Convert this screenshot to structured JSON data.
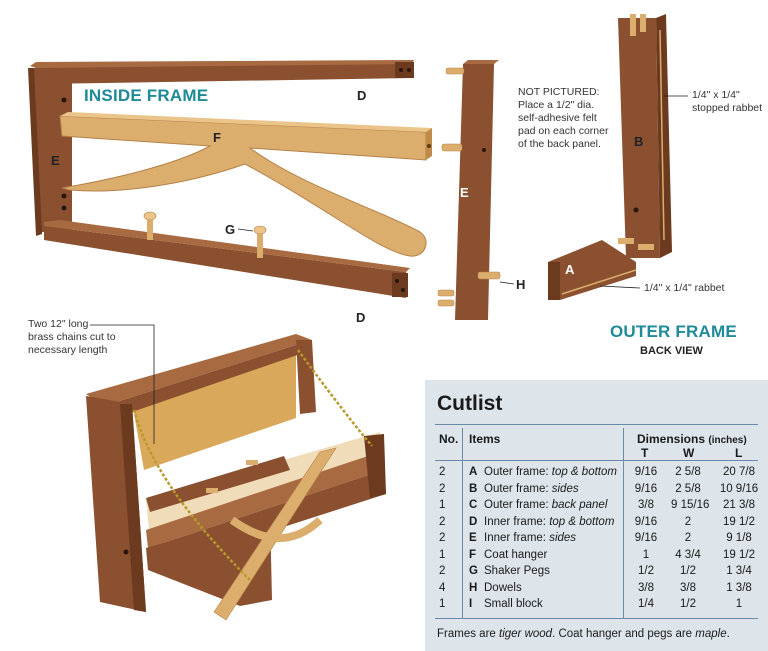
{
  "labels": {
    "inside_frame": "INSIDE FRAME",
    "outer_frame": "OUTER FRAME",
    "back_view": "BACK VIEW",
    "not_pictured": [
      "NOT PICTURED:",
      "Place a 1/2\" dia.",
      "self-adhesive felt",
      "pad on each corner",
      "of the back panel."
    ],
    "stopped_rabbet": [
      "1/4\" x 1/4\"",
      "stopped rabbet"
    ],
    "rabbet": "1/4\" x 1/4\" rabbet",
    "chains": [
      "Two 12\" long",
      "brass chains cut to",
      "necessary length"
    ],
    "parts": {
      "D_top": "D",
      "D_bottom": "D",
      "E_frame": "E",
      "E_side": "E",
      "F": "F",
      "G": "G",
      "H": "H",
      "B": "B",
      "A": "A"
    }
  },
  "colors": {
    "title": "#1f8a98",
    "frame_wood": "#8a5030",
    "frame_wood_dark": "#6b3a1f",
    "maple": "#dcae6e",
    "maple_dark": "#c08a48",
    "panel": "#d9a85a",
    "cutlist_bg": "#dde4ea"
  },
  "cutlist": {
    "title": "Cutlist",
    "headers": {
      "no": "No.",
      "items": "Items",
      "dimensions": "Dimensions",
      "dimensions_unit": "(inches)",
      "t": "T",
      "w": "W",
      "l": "L"
    },
    "rows": [
      {
        "no": "2",
        "letter": "A",
        "item": "Outer frame: ",
        "item_em": "top & bottom",
        "t": "9/16",
        "w": "2 5/8",
        "l": "20 7/8"
      },
      {
        "no": "2",
        "letter": "B",
        "item": "Outer frame: ",
        "item_em": "sides",
        "t": "9/16",
        "w": "2 5/8",
        "l": "10 9/16"
      },
      {
        "no": "1",
        "letter": "C",
        "item": "Outer frame: ",
        "item_em": "back panel",
        "t": "3/8",
        "w": "9 15/16",
        "l": "21 3/8"
      },
      {
        "no": "2",
        "letter": "D",
        "item": "Inner frame: ",
        "item_em": "top & bottom",
        "t": "9/16",
        "w": "2",
        "l": "19 1/2"
      },
      {
        "no": "2",
        "letter": "E",
        "item": "Inner frame: ",
        "item_em": "sides",
        "t": "9/16",
        "w": "2",
        "l": "9 1/8"
      },
      {
        "no": "1",
        "letter": "F",
        "item": "Coat hanger",
        "item_em": "",
        "t": "1",
        "w": "4 3/4",
        "l": "19 1/2"
      },
      {
        "no": "2",
        "letter": "G",
        "item": "Shaker Pegs",
        "item_em": "",
        "t": "1/2",
        "w": "1/2",
        "l": "1 3/4"
      },
      {
        "no": "4",
        "letter": "H",
        "item": "Dowels",
        "item_em": "",
        "t": "3/8",
        "w": "3/8",
        "l": "1 3/8"
      },
      {
        "no": "1",
        "letter": "I",
        "item": "Small block",
        "item_em": "",
        "t": "1/4",
        "w": "1/2",
        "l": "1"
      }
    ],
    "footer": {
      "p1": "Frames are ",
      "em1": "tiger wood",
      "p2": ". Coat hanger and pegs are ",
      "em2": "maple",
      "p3": "."
    }
  }
}
